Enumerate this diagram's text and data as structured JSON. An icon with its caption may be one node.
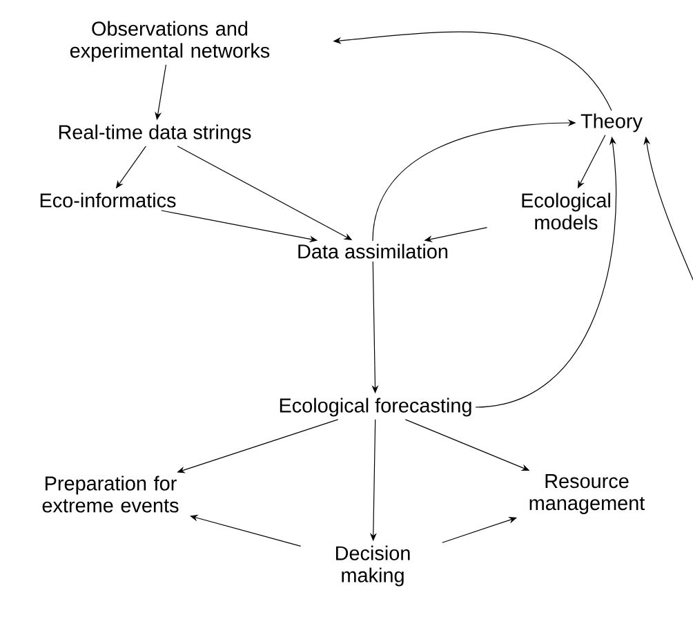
{
  "diagram": {
    "nodes": [
      {
        "text": [
          "Observations and experimental networks"
        ]
      },
      {
        "text": [
          "Real-time data strings"
        ]
      },
      {
        "text": [
          "Theory"
        ]
      },
      {
        "text": [
          "Eco-informatics"
        ]
      },
      {
        "text": [
          "Ecological models"
        ]
      },
      {
        "text": [
          "Data assimilation"
        ]
      },
      {
        "text": [
          "Ecological forecasting"
        ]
      },
      {
        "text": [
          "Preparation for extreme events"
        ]
      },
      {
        "text": [
          "Resource management"
        ]
      },
      {
        "text": [
          "Decision making"
        ]
      }
    ],
    "edges": [
      {
        "from": 0,
        "to": 1,
        "arrow": "to"
      },
      {
        "from": 1,
        "to": 3,
        "arrow": "to"
      },
      {
        "from": 1,
        "to": 5,
        "arrow": "to"
      },
      {
        "from": 3,
        "to": 5,
        "arrow": "to"
      },
      {
        "from": 2,
        "to": 4,
        "arrow": "to"
      },
      {
        "from": 4,
        "to": 5,
        "arrow": "to"
      },
      {
        "from": 5,
        "to": 2,
        "arrow": "to"
      },
      {
        "from": 2,
        "to": 0,
        "arrow": "to"
      },
      {
        "from": 6,
        "to": 2,
        "arrow": "to"
      },
      {
        "from": 8,
        "to": 2,
        "arrow": "to"
      },
      {
        "from": 5,
        "to": 6,
        "arrow": "to"
      },
      {
        "from": 6,
        "to": 7,
        "arrow": "to"
      },
      {
        "from": 6,
        "to": 9,
        "arrow": "to"
      },
      {
        "from": 6,
        "to": 8,
        "arrow": "to"
      },
      {
        "from": 9,
        "to": 7,
        "arrow": "to"
      },
      {
        "from": 9,
        "to": 8,
        "arrow": "to"
      }
    ]
  }
}
